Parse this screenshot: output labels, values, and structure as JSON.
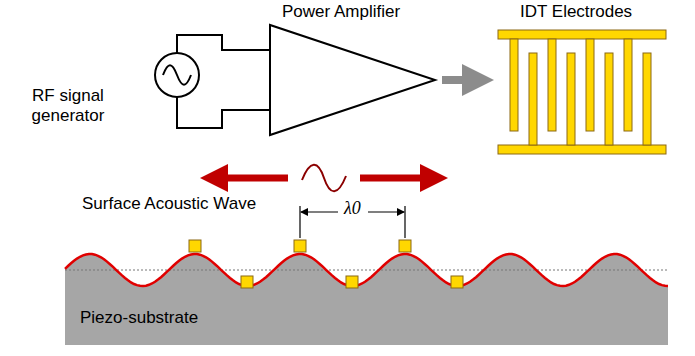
{
  "diagram": {
    "labels": [
      "RF signal generator",
      "Power Amplifier",
      "IDT Electrodes",
      "Surface Acoustic Wave",
      "λ0",
      "Piezo-substrate"
    ]
  }
}
